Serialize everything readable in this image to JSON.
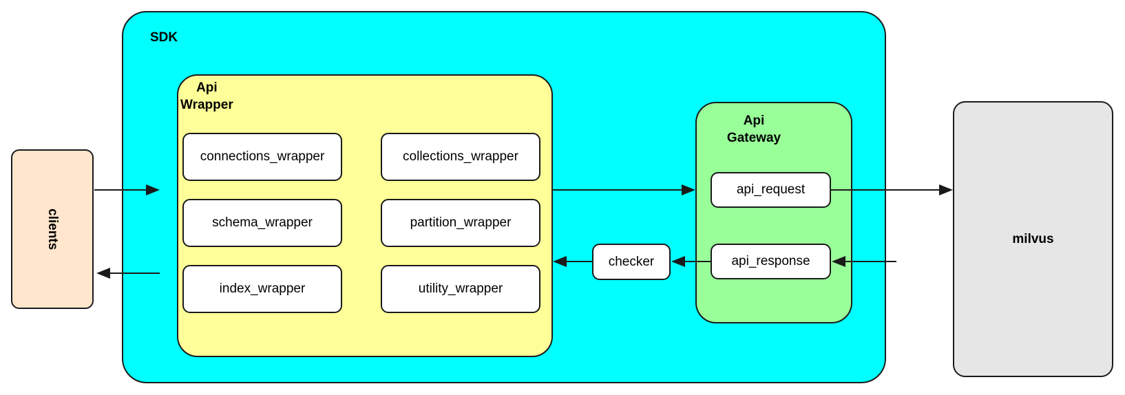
{
  "diagram": {
    "title_sdk": "SDK",
    "containers": {
      "sdk": {
        "label": "SDK",
        "color": "#00ffff"
      },
      "api_wrapper": {
        "label": "Api\nWrapper",
        "color": "#ffff99"
      },
      "api_gateway": {
        "label": "Api\nGateway",
        "color": "#99ff99"
      }
    },
    "external": {
      "clients": {
        "label": "clients",
        "color": "#ffe6cc"
      },
      "milvus": {
        "label": "milvus",
        "color": "#e6e6e6"
      }
    },
    "wrapper_modules": [
      {
        "label": "connections_wrapper"
      },
      {
        "label": "collections_wrapper"
      },
      {
        "label": "schema_wrapper"
      },
      {
        "label": "partition_wrapper"
      },
      {
        "label": "index_wrapper"
      },
      {
        "label": "utility_wrapper"
      }
    ],
    "gateway_modules": [
      {
        "label": "api_request"
      },
      {
        "label": "api_response"
      }
    ],
    "checker": {
      "label": "checker"
    },
    "connectors": [
      {
        "name": "clients-to-api-wrapper",
        "direction": "right"
      },
      {
        "name": "api-wrapper-to-clients",
        "direction": "left"
      },
      {
        "name": "api-wrapper-to-api-gateway",
        "direction": "right"
      },
      {
        "name": "api-request-to-milvus",
        "direction": "right"
      },
      {
        "name": "milvus-to-api-response",
        "direction": "left"
      },
      {
        "name": "api-response-to-checker",
        "direction": "left"
      },
      {
        "name": "checker-to-api-wrapper",
        "direction": "left"
      }
    ]
  }
}
